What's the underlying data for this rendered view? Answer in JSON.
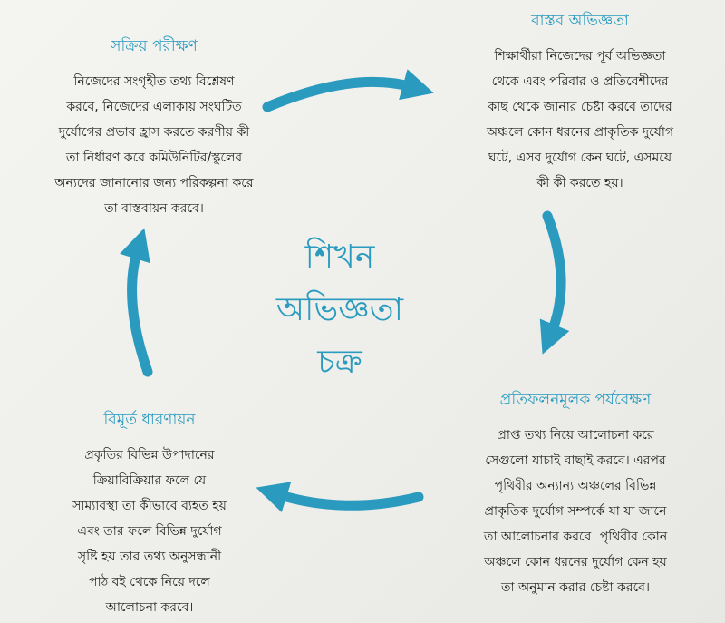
{
  "center": {
    "lines": [
      "শিখন",
      "অভিজ্ঞতা",
      "চক্র"
    ]
  },
  "blocks": {
    "top_left": {
      "title": "সক্রিয় পরীক্ষণ",
      "lines": [
        "নিজেদের সংগৃহীত তথ্য বিশ্লেষণ",
        "করবে, নিজেদের এলাকায় সংঘটিত",
        "দুর্যোগের প্রভাব হ্রাস করতে করণীয় কী",
        "তা নির্ধারণ করে কমিউনিটির/স্কুলের",
        "অন্যদের জানানোর জন্য পরিকল্পনা করে",
        "তা বাস্তবায়ন করবে।"
      ]
    },
    "top_right": {
      "title": "বাস্তব অভিজ্ঞতা",
      "lines": [
        "শিক্ষার্থীরা নিজেদের পূর্ব অভিজ্ঞতা",
        "থেকে এবং পরিবার ও প্রতিবেশীদের",
        "কাছ থেকে জানার চেষ্টা করবে তাদের",
        "অঞ্চলে কোন ধরনের প্রাকৃতিক দুর্যোগ",
        "ঘটে, এসব দুর্যোগ কেন ঘটে, এসময়ে",
        "কী কী করতে হয়।"
      ]
    },
    "bottom_left": {
      "title": "বিমূর্ত ধারণায়ন",
      "lines": [
        "প্রকৃতির বিভিন্ন উপাদানের",
        "ক্রিয়াবিক্রিয়ার ফলে যে",
        "সাম্যাবস্থা তা কীভাবে ব্যহত হয়",
        "এবং তার ফলে বিভিন্ন দুর্যোগ",
        "সৃষ্টি হয় তার তথ্য অনুসন্ধানী",
        "পাঠ বই থেকে নিয়ে দলে",
        "আলোচনা করবে।"
      ]
    },
    "bottom_right": {
      "title": "প্রতিফলনমূলক পর্যবেক্ষণ",
      "lines": [
        "প্রাপ্ত তথ্য নিয়ে আলোচনা করে",
        "সেগুলো যাচাই বাছাই করবে। এরপর",
        "পৃথিবীর অন্যান্য অঞ্চলের বিভিন্ন",
        "প্রাকৃতিক দুর্যোগ সম্পর্কে যা যা জানে",
        "তা আলোচনার করবে। পৃথিবীর কোন",
        "অঞ্চলে কোন ধরনের দুর্যোগ কেন হয়",
        "তা অনুমান করার চেষ্টা করবে।"
      ]
    }
  },
  "colors": {
    "accent": "#2a9bbf",
    "text": "#1e1e1e"
  }
}
